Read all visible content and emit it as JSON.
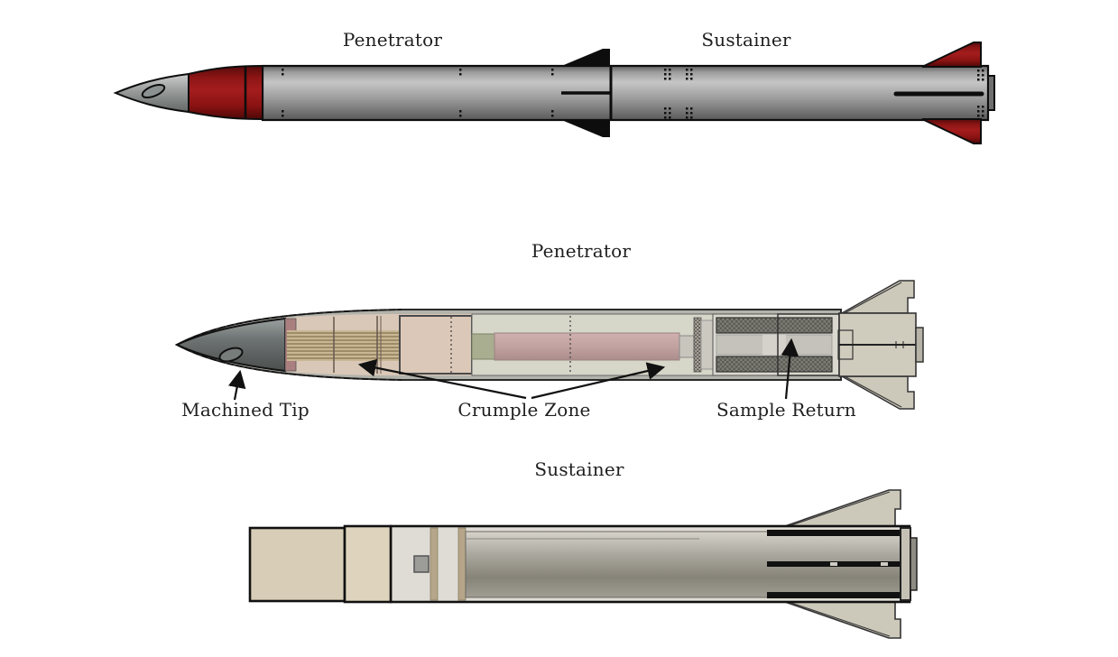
{
  "diagram": {
    "top_assembly": {
      "section_labels": [
        {
          "id": "penetrator",
          "text": "Penetrator"
        },
        {
          "id": "sustainer",
          "text": "Sustainer"
        }
      ]
    },
    "penetrator_view": {
      "title": "Penetrator",
      "callouts": [
        {
          "id": "machined-tip",
          "text": "Machined Tip"
        },
        {
          "id": "crumple-zone",
          "text": "Crumple Zone"
        },
        {
          "id": "sample-return",
          "text": "Sample Return"
        }
      ]
    },
    "sustainer_view": {
      "title": "Sustainer"
    },
    "colors": {
      "nose_and_fin_red": "#961717",
      "airframe_gray": "#a6a6a6",
      "fin_black": "#0d0d0d",
      "machined_tip_gray": "#565b5a",
      "crumple_tan": "#d9c8b8",
      "crumple_mauve": "#aa7f7f",
      "payload_pink": "#c2a2a0",
      "bay_sage": "#d7d7c9",
      "bay_green": "#a8ae8f",
      "fin_tan": "#ccc8ba",
      "motor_case_tan": "#d8cdb6",
      "casing_gray": "#dedcd4"
    }
  }
}
